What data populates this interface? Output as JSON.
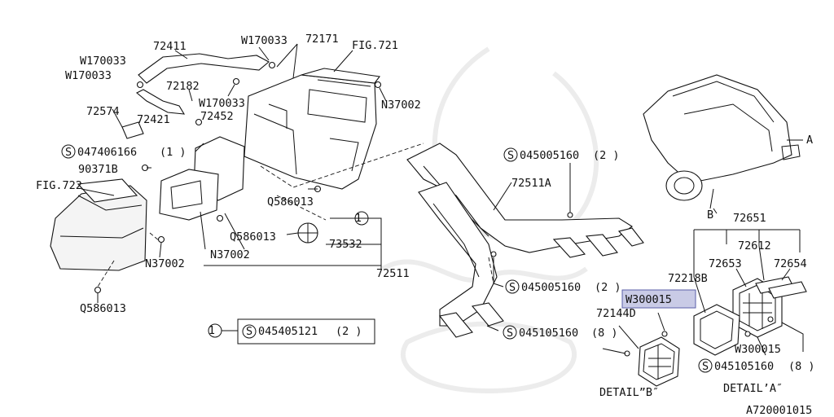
{
  "diagram": {
    "part_numbers": {
      "p72411": "72411",
      "p72171": "72171",
      "fig721": "FIG.721",
      "w170033_top": "W170033",
      "w170033_left1": "W170033",
      "w170033_left2": "W170033",
      "p72182": "72182",
      "w170033_mid": "W170033",
      "n37002_top": "N37002",
      "p72574": "72574",
      "p72421": "72421",
      "p72452": "72452",
      "s047406166": "047406166",
      "s047406166_qty": "(1 )",
      "p90371b": "90371B",
      "fig722": "FIG.722",
      "q586013_mid": "Q586013",
      "q586013_low": "Q586013",
      "n37002_mid": "N37002",
      "n37002_left": "N37002",
      "p73532": "73532",
      "p72511": "72511",
      "q586013_bottom": "Q586013",
      "s045005160_top": "045005160",
      "s045005160_top_qty": "(2 )",
      "p72511a": "72511A",
      "s045005160_mid": "045005160",
      "s045005160_mid_qty": "(2 )",
      "s045105160_left": "045105160",
      "s045105160_left_qty": "(8 )",
      "p72651": "72651",
      "p72612": "72612",
      "p72653": "72653",
      "p72654": "72654",
      "p72218b": "72218B",
      "w300015_hl": "W300015",
      "p72144d": "72144D",
      "w300015_low": "W300015",
      "s045105160_right": "045105160",
      "s045105160_right_qty": "(8 )",
      "letter_a": "A",
      "letter_b": "B",
      "circle_1_label": "1",
      "legend_circle": "1",
      "legend_part": "045405121",
      "legend_qty": "(2 )"
    },
    "s_symbol": "S",
    "detail_b": "DETAIL”B″",
    "detail_a": "DETAIL’A″",
    "figure_code": "A720001015",
    "highlight_color": "#c9cbe6"
  }
}
